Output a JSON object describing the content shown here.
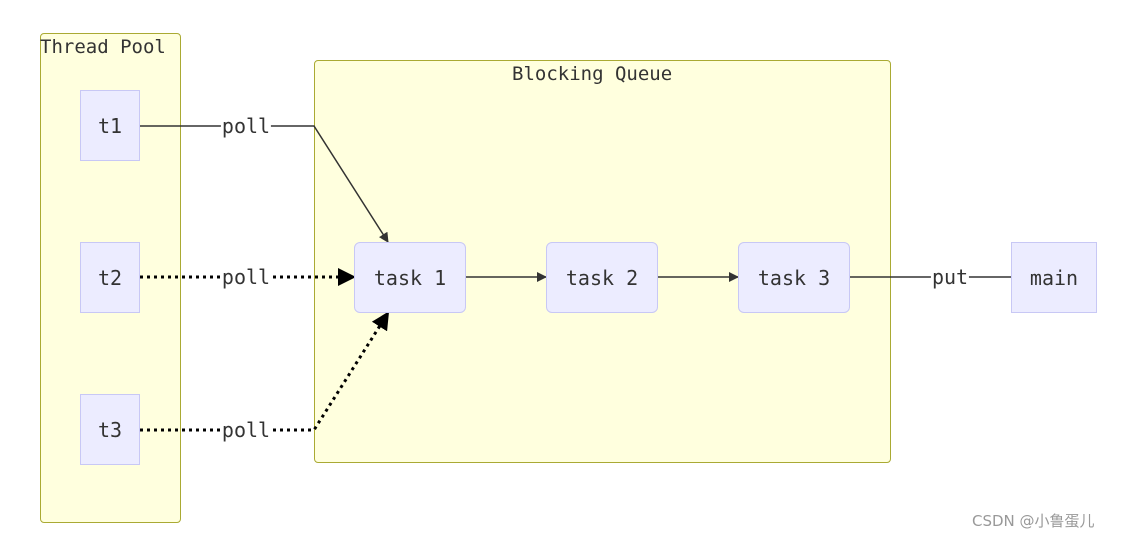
{
  "clusters": {
    "thread_pool": "Thread Pool",
    "blocking_queue": "Blocking Queue"
  },
  "nodes": {
    "t1": "t1",
    "t2": "t2",
    "t3": "t3",
    "task1": "task 1",
    "task2": "task 2",
    "task3": "task 3",
    "main": "main"
  },
  "edges": {
    "t1_poll": "poll",
    "t2_poll": "poll",
    "t3_poll": "poll",
    "put": "put"
  },
  "watermark": "CSDN @小鲁蛋儿",
  "colors": {
    "cluster_fill": "#ffffde",
    "cluster_border": "#aaaa33",
    "node_fill": "#ececff",
    "node_border": "#c8c8f5",
    "edge": "#333333"
  }
}
